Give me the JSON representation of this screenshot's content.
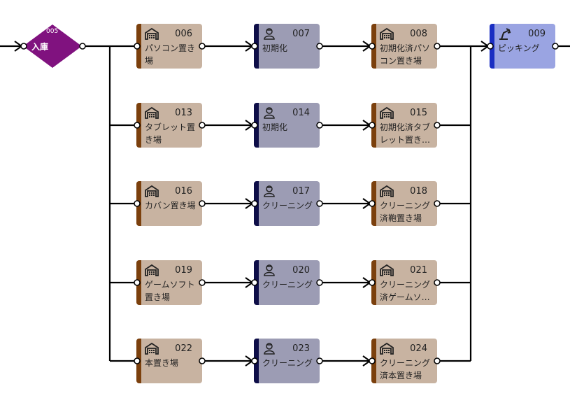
{
  "colors": {
    "storage_fill": "#c8b3a1",
    "storage_stripe": "#7b400d",
    "process_fill": "#9c9cb4",
    "process_stripe": "#0e0e48",
    "pick_fill": "#9aa4e2",
    "pick_stripe": "#1a2ec2",
    "gateway_fill": "#80127f"
  },
  "gateway": {
    "id": "005",
    "label": "入庫",
    "icon": "diamond-gateway"
  },
  "rows": [
    {
      "storage": {
        "id": "006",
        "label": "パソコン置き場",
        "icon": "warehouse-icon"
      },
      "process": {
        "id": "007",
        "label": "初期化",
        "icon": "worker-icon"
      },
      "storage2": {
        "id": "008",
        "label": "初期化済パソコン置き場",
        "icon": "warehouse-icon"
      }
    },
    {
      "storage": {
        "id": "013",
        "label": "タブレット置き場",
        "icon": "warehouse-icon"
      },
      "process": {
        "id": "014",
        "label": "初期化",
        "icon": "worker-icon"
      },
      "storage2": {
        "id": "015",
        "label": "初期化済タブレット置き…",
        "icon": "warehouse-icon"
      }
    },
    {
      "storage": {
        "id": "016",
        "label": "カバン置き場",
        "icon": "warehouse-icon"
      },
      "process": {
        "id": "017",
        "label": "クリーニング",
        "icon": "worker-icon"
      },
      "storage2": {
        "id": "018",
        "label": "クリーニング済鞄置き場",
        "icon": "warehouse-icon"
      }
    },
    {
      "storage": {
        "id": "019",
        "label": "ゲームソフト置き場",
        "icon": "warehouse-icon"
      },
      "process": {
        "id": "020",
        "label": "クリーニング",
        "icon": "worker-icon"
      },
      "storage2": {
        "id": "021",
        "label": "クリーニング済ゲームソ…",
        "icon": "warehouse-icon"
      }
    },
    {
      "storage": {
        "id": "022",
        "label": "本置き場",
        "icon": "warehouse-icon"
      },
      "process": {
        "id": "023",
        "label": "クリーニング",
        "icon": "worker-icon"
      },
      "storage2": {
        "id": "024",
        "label": "クリーニング済本置き場",
        "icon": "warehouse-icon"
      }
    }
  ],
  "picking": {
    "id": "009",
    "label": "ピッキング",
    "icon": "picking-icon"
  }
}
